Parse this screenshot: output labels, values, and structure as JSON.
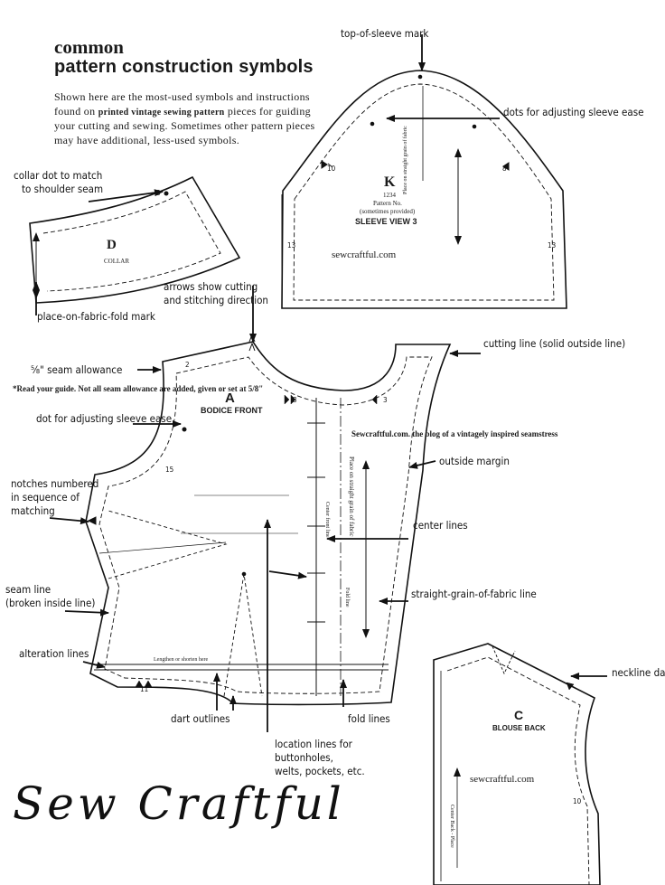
{
  "title": {
    "line1": "common",
    "line2": "pattern construction symbols"
  },
  "intro": {
    "part1": "Shown here are the most-used symbols and instructions found on",
    "bold": "printed vintage sewing pattern",
    "part2": "pieces for guiding your cutting and sewing. Sometimes other pattern pieces may have additional, less-used symbols."
  },
  "note": "*Read your guide. Not all seam allowance are added, given or set at 5/8\"",
  "blog_line": "Sewcraftful.com. the blog of a vintagely inspired seamstress",
  "watermarks": [
    "sewcraftful.com",
    "sewcraftful.com"
  ],
  "brand": "Sew Craftful",
  "labels": {
    "top_of_sleeve": "top-of-sleeve mark",
    "dots_sleeve_ease_top": "dots for adjusting sleeve ease",
    "collar_dot_l1": "collar dot to match",
    "collar_dot_l2": "to shoulder seam",
    "place_fold": "place-on-fabric-fold mark",
    "arrows_l1": "arrows show cutting",
    "arrows_l2": "and stitching direction",
    "seam_allowance": "⅝\" seam allowance",
    "cutting_line": "cutting line (solid outside line)",
    "dot_sleeve_ease": "dot for adjusting sleeve ease",
    "outside_margin": "outside margin",
    "notches_l1": "notches numbered",
    "notches_l2": "in sequence of",
    "notches_l3": "matching",
    "center_lines": "center lines",
    "seam_line_l1": "seam line",
    "seam_line_l2": "(broken inside line)",
    "straight_grain": "straight-grain-of-fabric line",
    "alteration_lines": "alteration lines",
    "neckline_dart": "neckline dart",
    "dart_outlines": "dart outlines",
    "fold_lines": "fold lines",
    "location_l1": "location lines for",
    "location_l2": "buttonholes,",
    "location_l3": "welts, pockets, etc."
  },
  "pieces": {
    "sleeve": {
      "letter": "K",
      "num": "1234",
      "sub": "Pattern No.",
      "note": "(sometimes provided)",
      "name": "SLEEVE VIEW 3",
      "grain": "Place on straight grain of fabric"
    },
    "collar": {
      "letter": "D",
      "name": "COLLAR"
    },
    "bodice": {
      "letter": "A",
      "name": "BODICE FRONT",
      "grain": "Place on straight grain of fabric",
      "center": "Center front line",
      "fold": "Fold line",
      "alter": "Lengthen or shorten here"
    },
    "back": {
      "letter": "C",
      "name": "BLOUSE BACK",
      "center": "Center Back - Place"
    }
  },
  "notches": [
    "10",
    "8",
    "13",
    "13",
    "3",
    "2",
    "3",
    "3",
    "15",
    "11",
    "10"
  ]
}
